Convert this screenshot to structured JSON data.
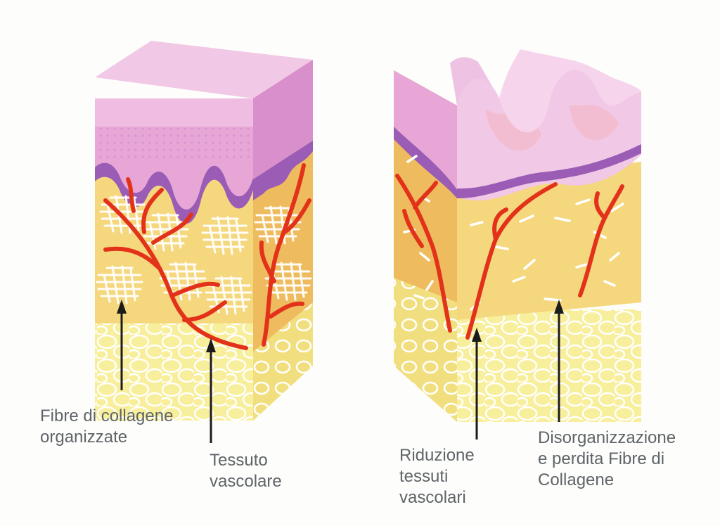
{
  "labels": {
    "healthy_collagen": "Fibre di collagene\norganizzate",
    "healthy_vascular": "Tessuto\nvascolare",
    "aged_vascular": "Riduzione\ntessuti\nvascolari",
    "aged_collagen": "Disorganizzazione\ne perdita Fibre di\nCollagene"
  },
  "colors": {
    "epidermis_top": "#f1c8e6",
    "epidermis_front": "#e7a6d6",
    "basal_layer": "#9a5cb5",
    "dermis": "#f5d77e",
    "dermis_side": "#eebc5e",
    "subcutis": "#f8ef9c",
    "vessel": "#e3321a",
    "fiber": "#ffffff",
    "label_text": "#5f6468",
    "arrow": "#1b1b1b"
  }
}
